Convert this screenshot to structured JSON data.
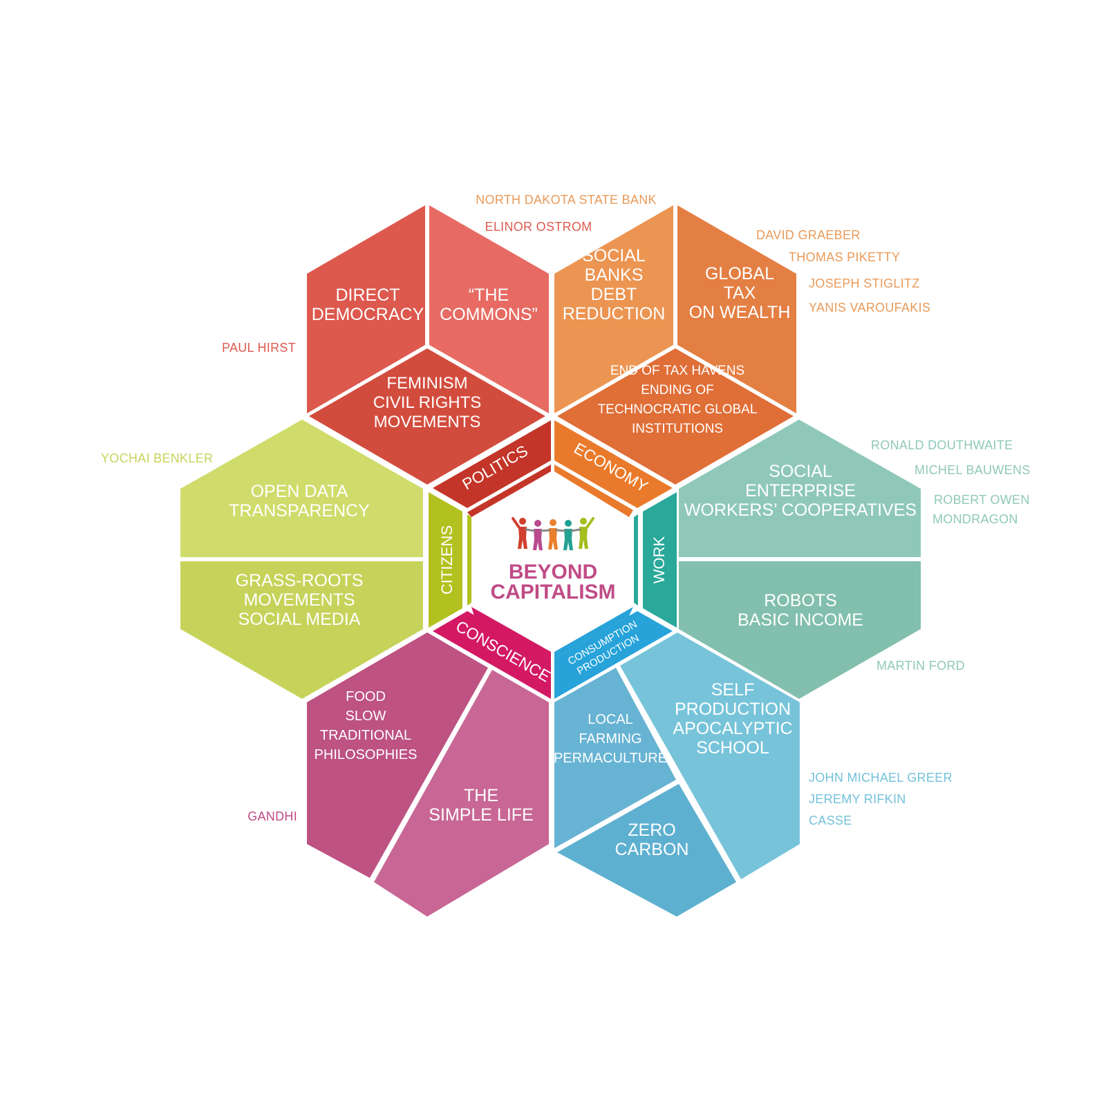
{
  "center": {
    "title_line1": "BEYOND",
    "title_line2": "CAPITALISM",
    "logo": "people-holding-hands-icon"
  },
  "colors": {
    "politics": "#dc5a4e",
    "economy": "#e9894a",
    "work": "#8cc6b7",
    "production": "#72c1d9",
    "conscience": "#c9629a",
    "citizens": "#cbd95f",
    "title": "#c04b86"
  },
  "bands": {
    "politics": "POLITICS",
    "economy": "ECONOMY",
    "work": "WORK",
    "production_line1": "CONSUMPTION",
    "production_line2": "PRODUCTION",
    "conscience": "CONSCIENCE",
    "citizens": "CITIZENS"
  },
  "cells": {
    "politics": {
      "left": [
        "DIRECT",
        "DEMOCRACY"
      ],
      "right": [
        "“THE",
        "COMMONS”"
      ],
      "bottom": [
        "FEMINISM",
        "CIVIL RIGHTS",
        "MOVEMENTS"
      ]
    },
    "economy": {
      "left": [
        "SOCIAL",
        "BANKS",
        "DEBT",
        "REDUCTION"
      ],
      "right": [
        "GLOBAL",
        "TAX",
        "ON WEALTH"
      ],
      "bottom": [
        "END OF TAX HAVENS",
        "ENDING OF",
        "TECHNOCRATIC GLOBAL",
        "INSTITUTIONS"
      ]
    },
    "work": {
      "top": [
        "SOCIAL",
        "ENTERPRISE",
        "WORKERS’ COOPERATIVES"
      ],
      "bottom": [
        "ROBOTS",
        "BASIC INCOME"
      ]
    },
    "production": {
      "left": [
        "LOCAL",
        "FARMING",
        "PERMACULTURE"
      ],
      "right": [
        "SELF",
        "PRODUCTION",
        "APOCALYPTIC",
        "SCHOOL"
      ],
      "bottom": [
        "ZERO",
        "CARBON"
      ]
    },
    "conscience": {
      "left": [
        "FOOD",
        "SLOW",
        "TRADITIONAL",
        "PHILOSOPHIES"
      ],
      "right": [
        "THE",
        "SIMPLE LIFE"
      ]
    },
    "citizens": {
      "top": [
        "OPEN DATA",
        "TRANSPARENCY"
      ],
      "bottom": [
        "GRASS-ROOTS",
        "MOVEMENTS",
        "SOCIAL MEDIA"
      ]
    }
  },
  "names": {
    "north_dakota": "NORTH DAKOTA STATE BANK",
    "ostrom": "ELINOR OSTROM",
    "graeber": "DAVID GRAEBER",
    "piketty": "THOMAS PIKETTY",
    "stiglitz": "JOSEPH STIGLITZ",
    "varoufakis": "YANIS VAROUFAKIS",
    "hirst": "PAUL HIRST",
    "benkler": "YOCHAI BENKLER",
    "douthwaite": "RONALD DOUTHWAITE",
    "bauwens": "MICHEL BAUWENS",
    "owen": "ROBERT OWEN",
    "mondragon": "MONDRAGON",
    "ford": "MARTIN FORD",
    "greer": "JOHN MICHAEL GREER",
    "rifkin": "JEREMY RIFKIN",
    "casse": "CASSE",
    "gandhi": "GANDHI"
  }
}
